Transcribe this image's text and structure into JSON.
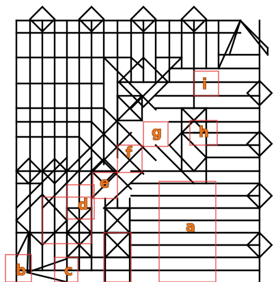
{
  "diagram": {
    "labels": [
      {
        "key": "a",
        "text": "a"
      },
      {
        "key": "b",
        "text": "b"
      },
      {
        "key": "c",
        "text": "c"
      },
      {
        "key": "d",
        "text": "d"
      },
      {
        "key": "e",
        "text": "e"
      },
      {
        "key": "f",
        "text": "f"
      },
      {
        "key": "g",
        "text": "g"
      },
      {
        "key": "h",
        "text": "h"
      },
      {
        "key": "i",
        "text": "i"
      }
    ],
    "colors": {
      "crease": "#000000",
      "highlight_box": "#e23a3a",
      "label_fill": "#e8731a",
      "label_outline": "#6b2a00",
      "background": "#ffffff"
    }
  }
}
